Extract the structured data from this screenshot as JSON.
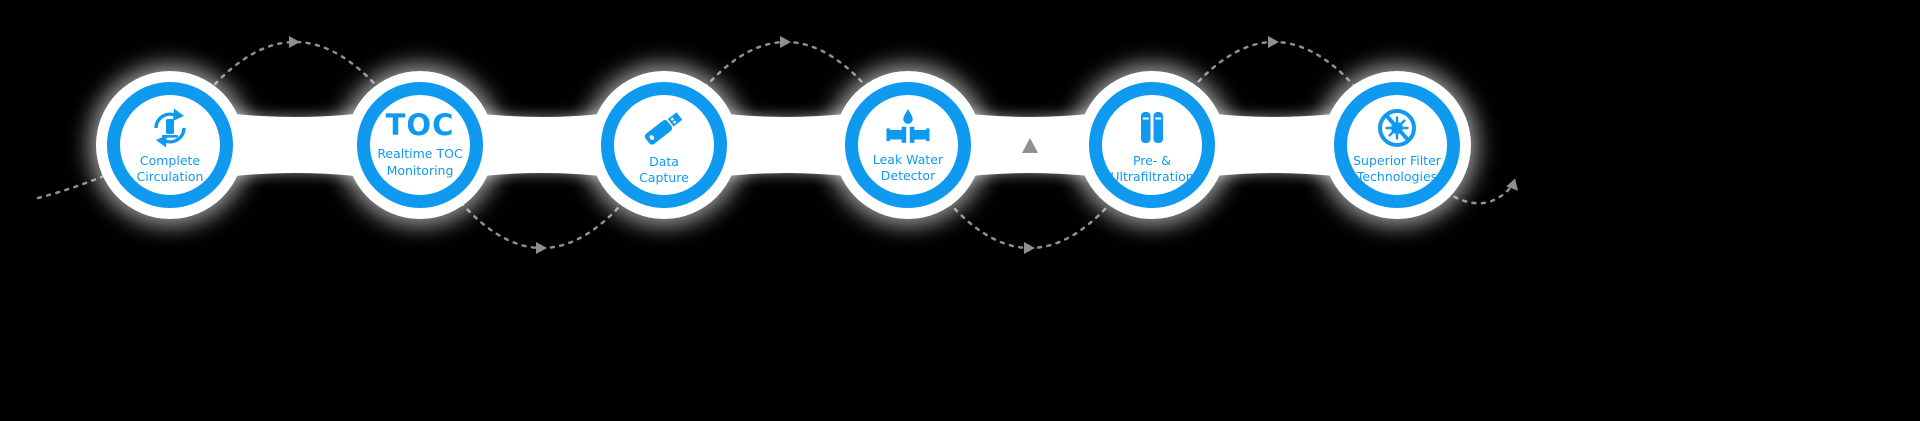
{
  "diagram": {
    "background_color": "#000000",
    "accent_color": "#0f9af0",
    "dash_color": "#8f8f8f",
    "nodes": [
      {
        "id": "complete-circulation",
        "icon": "circulation-icon",
        "label": "Complete\nCirculation"
      },
      {
        "id": "toc-monitoring",
        "icon": "toc-title",
        "title": "TOC",
        "label": "Realtime TOC\nMonitoring"
      },
      {
        "id": "data-capture",
        "icon": "usb-drive-icon",
        "label": "Data\nCapture"
      },
      {
        "id": "leak-water-detector",
        "icon": "pipe-leak-icon",
        "label": "Leak Water\nDetector"
      },
      {
        "id": "pre-ultrafiltration",
        "icon": "filter-cartridges-icon",
        "label": "Pre- &\nUltrafiltration"
      },
      {
        "id": "superior-filter-technologies",
        "icon": "no-bacteria-icon",
        "label": "Superior Filter\nTechnologies"
      }
    ]
  }
}
